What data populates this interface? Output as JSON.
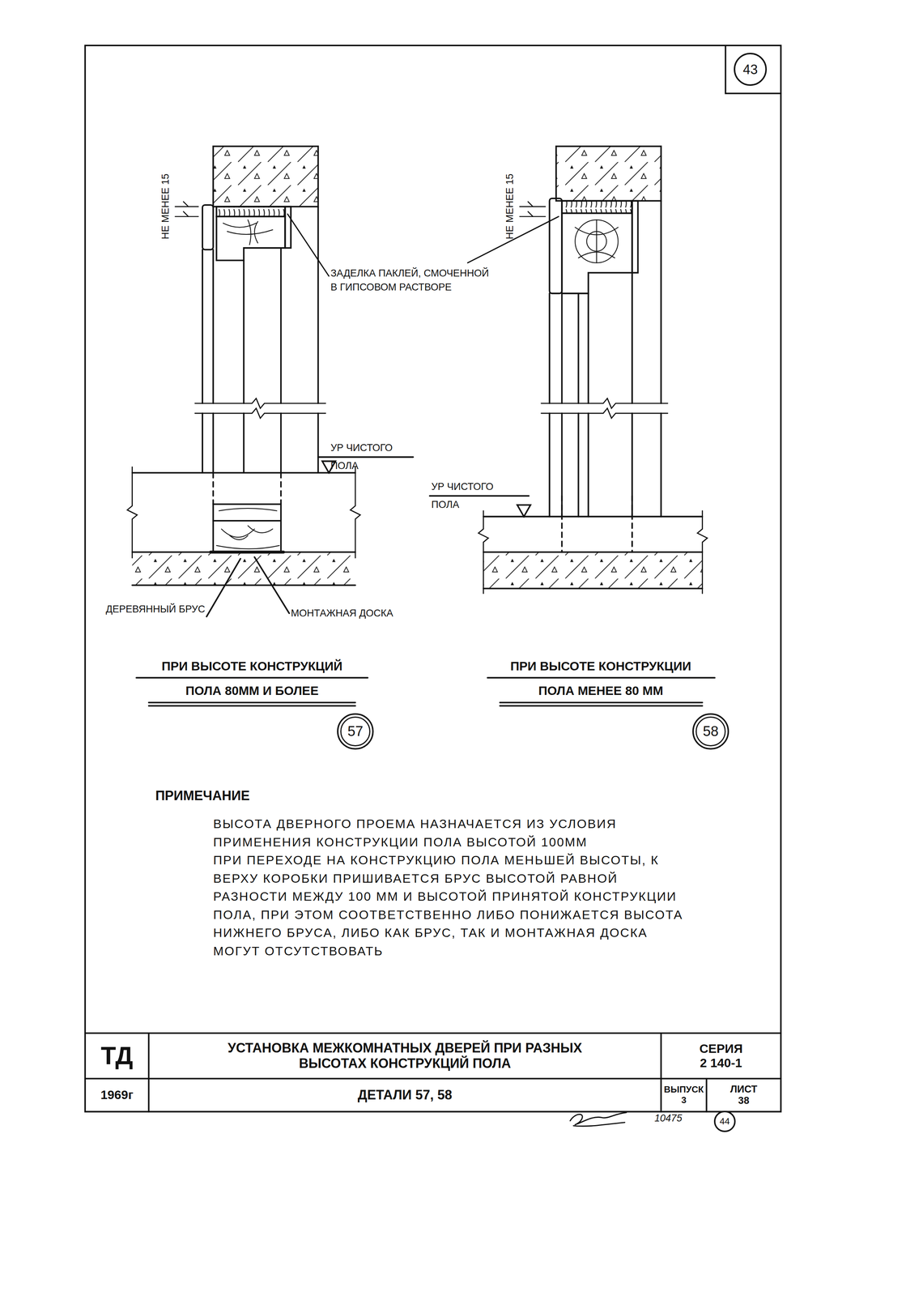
{
  "diagram": {
    "nodes": [
      {
        "text": [
          "43"
        ]
      },
      {
        "text": [
          "57"
        ]
      },
      {
        "text": [
          "58"
        ]
      },
      {
        "text": [
          "ТД"
        ]
      },
      {
        "text": [
          "УСТАНОВКА МЕЖКОМНАТНЫХ ДВЕРЕЙ ПРИ РАЗНЫХ ВЫСОТАХ КОНСТРУКЦИЙ ПОЛА"
        ]
      },
      {
        "text": [
          "СЕРИЯ",
          "2 140-1"
        ]
      },
      {
        "text": [
          "1969г"
        ]
      },
      {
        "text": [
          "ДЕТАЛИ 57, 58"
        ]
      },
      {
        "text": [
          "ВЫПУСК",
          "3"
        ]
      },
      {
        "text": [
          "ЛИСТ",
          "38"
        ]
      },
      {
        "text": [
          "44"
        ]
      }
    ],
    "labels": [
      "НЕ МЕНЕЕ 15",
      "НЕ МЕНЕЕ 15",
      "ЗАДЕЛКА ПАКЛЕЙ, СМОЧЕННОЙ В ГИПСОВОМ РАСТВОРЕ",
      "УР ЧИСТОГО ПОЛА",
      "УР ЧИСТОГО ПОЛА",
      "ДЕРЕВЯННЫЙ БРУС",
      "МОНТАЖНАЯ ДОСКА",
      "ПРИ ВЫСОТЕ КОНСТРУКЦИЙ ПОЛА 80ММ И БОЛЕЕ",
      "ПРИ ВЫСОТЕ КОНСТРУКЦИИ ПОЛА МЕНЕЕ 80 ММ",
      "ПРИМЕЧАНИЕ",
      "ВЫСОТА ДВЕРНОГО ПРОЕМА НАЗНАЧАЕТСЯ ИЗ УСЛОВИЯ ПРИМЕНЕНИЯ КОНСТРУКЦИИ ПОЛА ВЫСОТОЙ 100ММ",
      "ПРИ ПЕРЕХОДЕ НА КОНСТРУКЦИЮ ПОЛА МЕНЬШЕЙ ВЫСОТЫ, К ВЕРХУ КОРОБКИ ПРИШИВАЕТСЯ БРУС ВЫСОТОЙ РАВНОЙ РАЗНОСТИ МЕЖДУ 100 ММ И ВЫСОТОЙ ПРИНЯТОЙ КОНСТРУКЦИИ ПОЛА, ПРИ ЭТОМ СООТВЕТСТВЕННО ЛИБО ПОНИЖАЕТСЯ ВЫСОТА НИЖНЕГО БРУСА, ЛИБО КАК БРУС, ТАК И МОНТАЖНАЯ ДОСКА МОГУТ ОТСУТСТВОВАТЬ",
      "10475"
    ]
  }
}
